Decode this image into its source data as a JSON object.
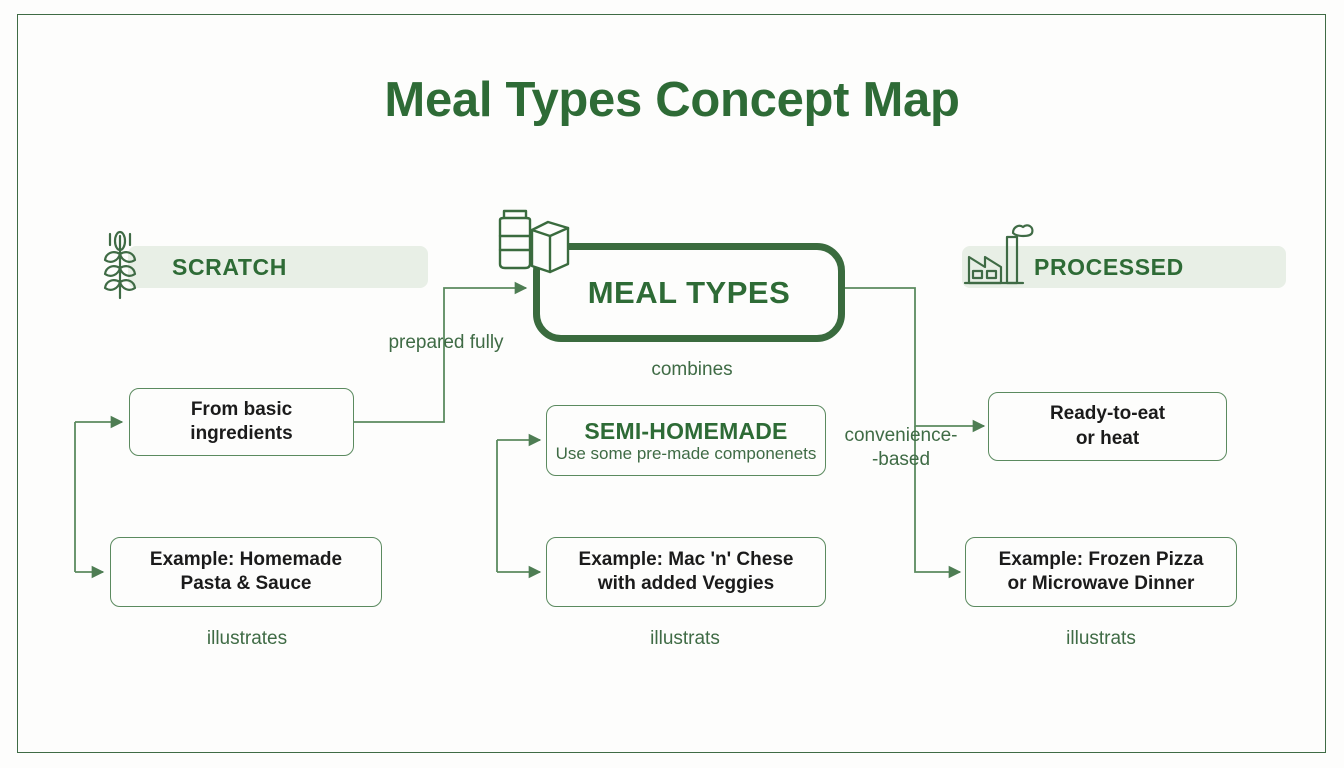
{
  "page": {
    "title": "Meal Types Concept Map",
    "background": "#fdfdfc",
    "frame_color": "#3f6b45"
  },
  "colors": {
    "title_green": "#2e6b36",
    "node_border": "#5b8a5f",
    "central_border": "#3a6b3e",
    "chip_bg": "#e8efe6",
    "wire": "#5b8a5f",
    "text_dark": "#1b1b1b",
    "label_green": "#3f6b45"
  },
  "categories": [
    {
      "id": "scratch",
      "label": "SCRATCH",
      "icon": "wheat-icon"
    },
    {
      "id": "processed",
      "label": "PROCESSED",
      "icon": "factory-icon"
    }
  ],
  "central": {
    "label": "MEAL TYPES",
    "icon": "jar-and-carton-icon"
  },
  "connector_labels": [
    {
      "id": "prepared-fully",
      "text": "prepared fully"
    },
    {
      "id": "combines",
      "text": "combines"
    },
    {
      "id": "convenience-based-line1",
      "text": "convenience-"
    },
    {
      "id": "convenience-based-line2",
      "text": "-based"
    },
    {
      "id": "illustrates-left",
      "text": "illustrates"
    },
    {
      "id": "illustrates-middle",
      "text": "illustrats"
    },
    {
      "id": "illustrates-right",
      "text": "illustrats"
    }
  ],
  "nodes": {
    "scratch_definition": {
      "line1": "From basic",
      "line2": "ingredients"
    },
    "semi_homemade": {
      "title": "SEMI-HOMEMADE",
      "subtitle": "Use some pre-made componenets"
    },
    "processed_definition": {
      "line1": "Ready-to-eat",
      "line2": "or heat"
    },
    "scratch_example": {
      "line1": "Example: Homemade",
      "line2": "Pasta & Sauce"
    },
    "semi_example": {
      "line1": "Example: Mac 'n' Chese",
      "line2": "with added Veggies"
    },
    "processed_example": {
      "line1": "Example: Frozen Pizza",
      "line2": "or Microwave Dinner"
    }
  }
}
